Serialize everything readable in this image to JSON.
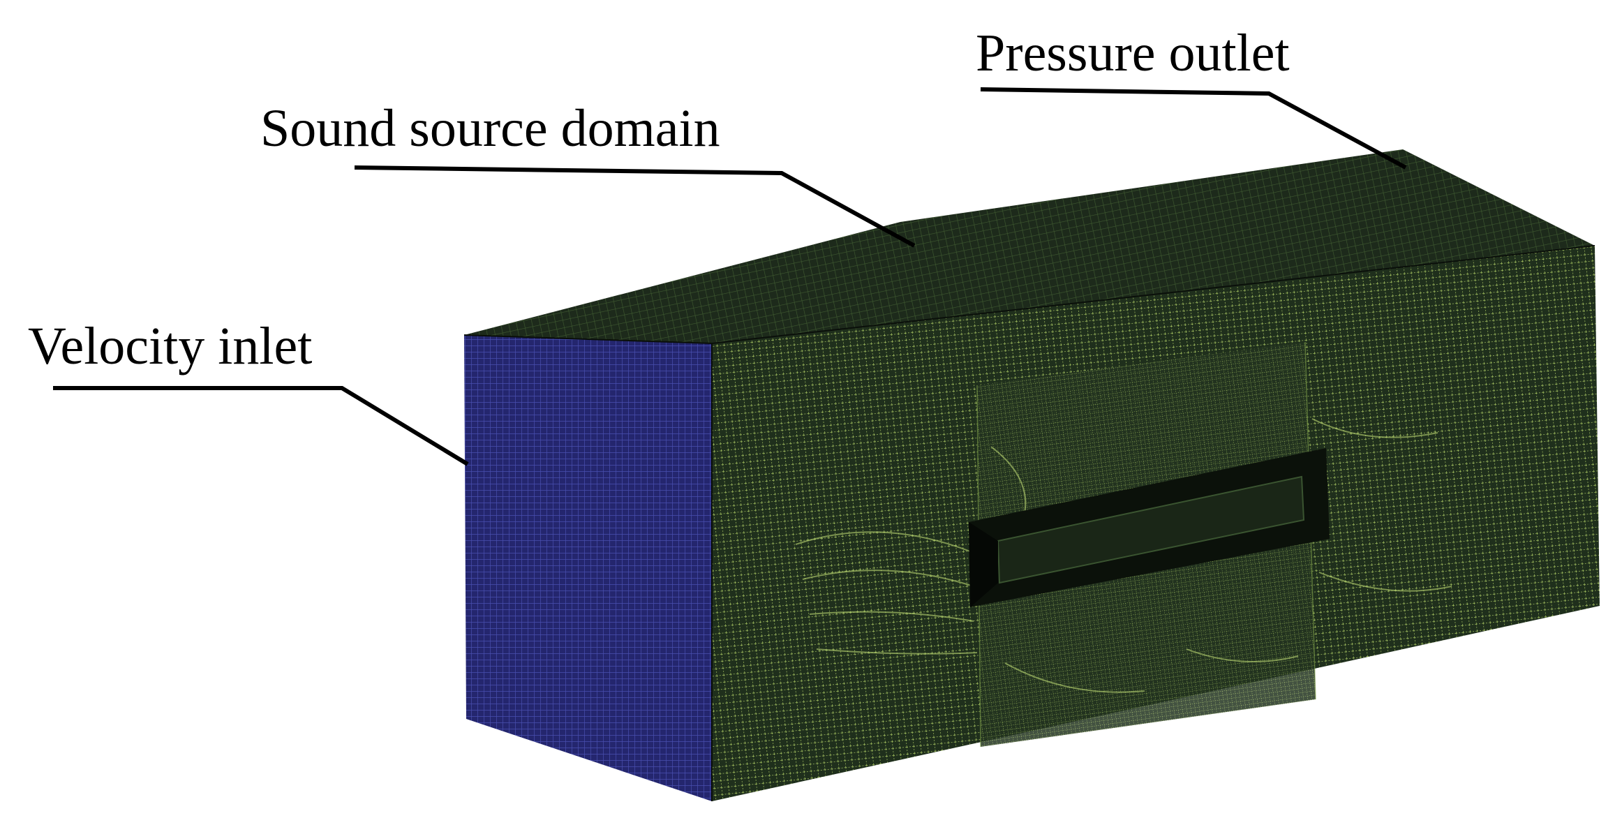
{
  "labels": {
    "pressure_outlet": "Pressure outlet",
    "sound_source_domain": "Sound source domain",
    "velocity_inlet": "Velocity inlet"
  },
  "colors": {
    "inlet_face": "#24266e",
    "inlet_mesh": "#4a4fb0",
    "top_face": "#1d2a1b",
    "top_mesh": "#3f5a30",
    "side_face": "#1f2f1c",
    "side_mesh": "#b8d86a",
    "leader_line": "#000000",
    "background": "#ffffff"
  },
  "icons": {
    "mesh_pattern": "structured-grid"
  }
}
